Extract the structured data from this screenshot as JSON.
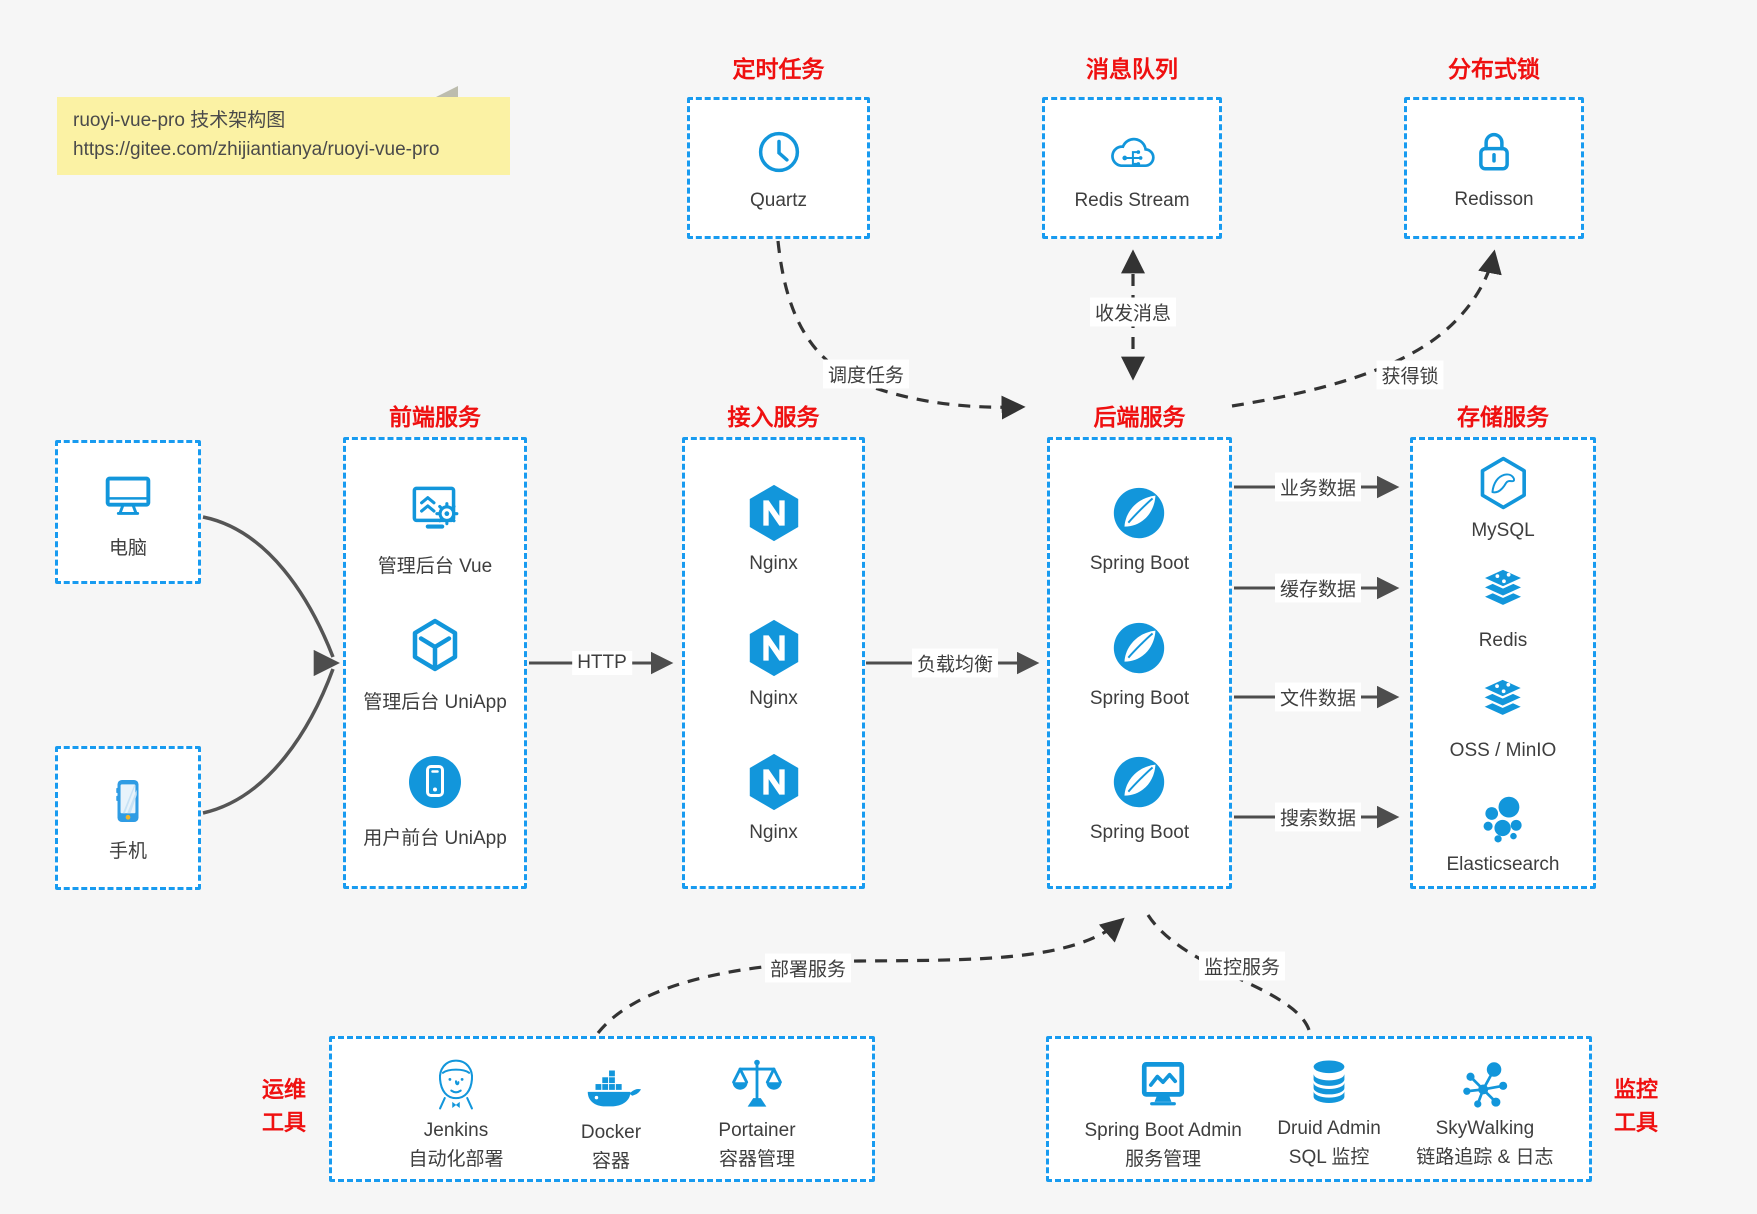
{
  "note": {
    "line1": "ruoyi-vue-pro 技术架构图",
    "line2": "https://gitee.com/zhijiantianya/ruoyi-vue-pro"
  },
  "palette": {
    "accent_blue": "#1296db",
    "border_blue": "#189bf0",
    "title_red": "#ef1010",
    "label_gray": "#3e3e3e",
    "arrow_gray": "#4d4d4d",
    "dashed_black": "#333333",
    "page_bg": "#f6f6f6",
    "note_bg": "#fbf2a4"
  },
  "top_groups": [
    {
      "title": "定时任务",
      "label": "Quartz",
      "icon": "clock-icon"
    },
    {
      "title": "消息队列",
      "label": "Redis Stream",
      "icon": "cloud-network-icon"
    },
    {
      "title": "分布式锁",
      "label": "Redisson",
      "icon": "lock-icon"
    }
  ],
  "clients": [
    {
      "label": "电脑",
      "icon": "desktop-icon"
    },
    {
      "label": "手机",
      "icon": "smartphone-icon"
    }
  ],
  "columns": {
    "frontend": {
      "title": "前端服务",
      "items": [
        {
          "label": "管理后台 Vue"
        },
        {
          "label": "管理后台 UniApp"
        },
        {
          "label": "用户前台 UniApp"
        }
      ]
    },
    "gateway": {
      "title": "接入服务",
      "items": [
        {
          "label": "Nginx"
        },
        {
          "label": "Nginx"
        },
        {
          "label": "Nginx"
        }
      ]
    },
    "backend": {
      "title": "后端服务",
      "items": [
        {
          "label": "Spring Boot"
        },
        {
          "label": "Spring Boot"
        },
        {
          "label": "Spring Boot"
        }
      ]
    },
    "storage": {
      "title": "存储服务",
      "items": [
        {
          "label": "MySQL"
        },
        {
          "label": "Redis"
        },
        {
          "label": "OSS / MinIO"
        },
        {
          "label": "Elasticsearch"
        }
      ]
    }
  },
  "bottom_groups": {
    "ops": {
      "side_line1": "运维",
      "side_line2": "工具",
      "items": [
        {
          "name": "Jenkins",
          "desc": "自动化部署"
        },
        {
          "name": "Docker",
          "desc": "容器"
        },
        {
          "name": "Portainer",
          "desc": "容器管理"
        }
      ]
    },
    "monitoring": {
      "side_line1": "监控",
      "side_line2": "工具",
      "items": [
        {
          "name": "Spring Boot Admin",
          "desc": "服务管理"
        },
        {
          "name": "Druid Admin",
          "desc": "SQL 监控"
        },
        {
          "name": "SkyWalking",
          "desc": "链路追踪 & 日志"
        }
      ]
    }
  },
  "edges": {
    "http": "HTTP",
    "load_balance": "负载均衡",
    "schedule": "调度任务",
    "messaging": "收发消息",
    "lock": "获得锁",
    "business": "业务数据",
    "cache": "缓存数据",
    "file": "文件数据",
    "search": "搜索数据",
    "deploy": "部署服务",
    "monitor": "监控服务"
  }
}
